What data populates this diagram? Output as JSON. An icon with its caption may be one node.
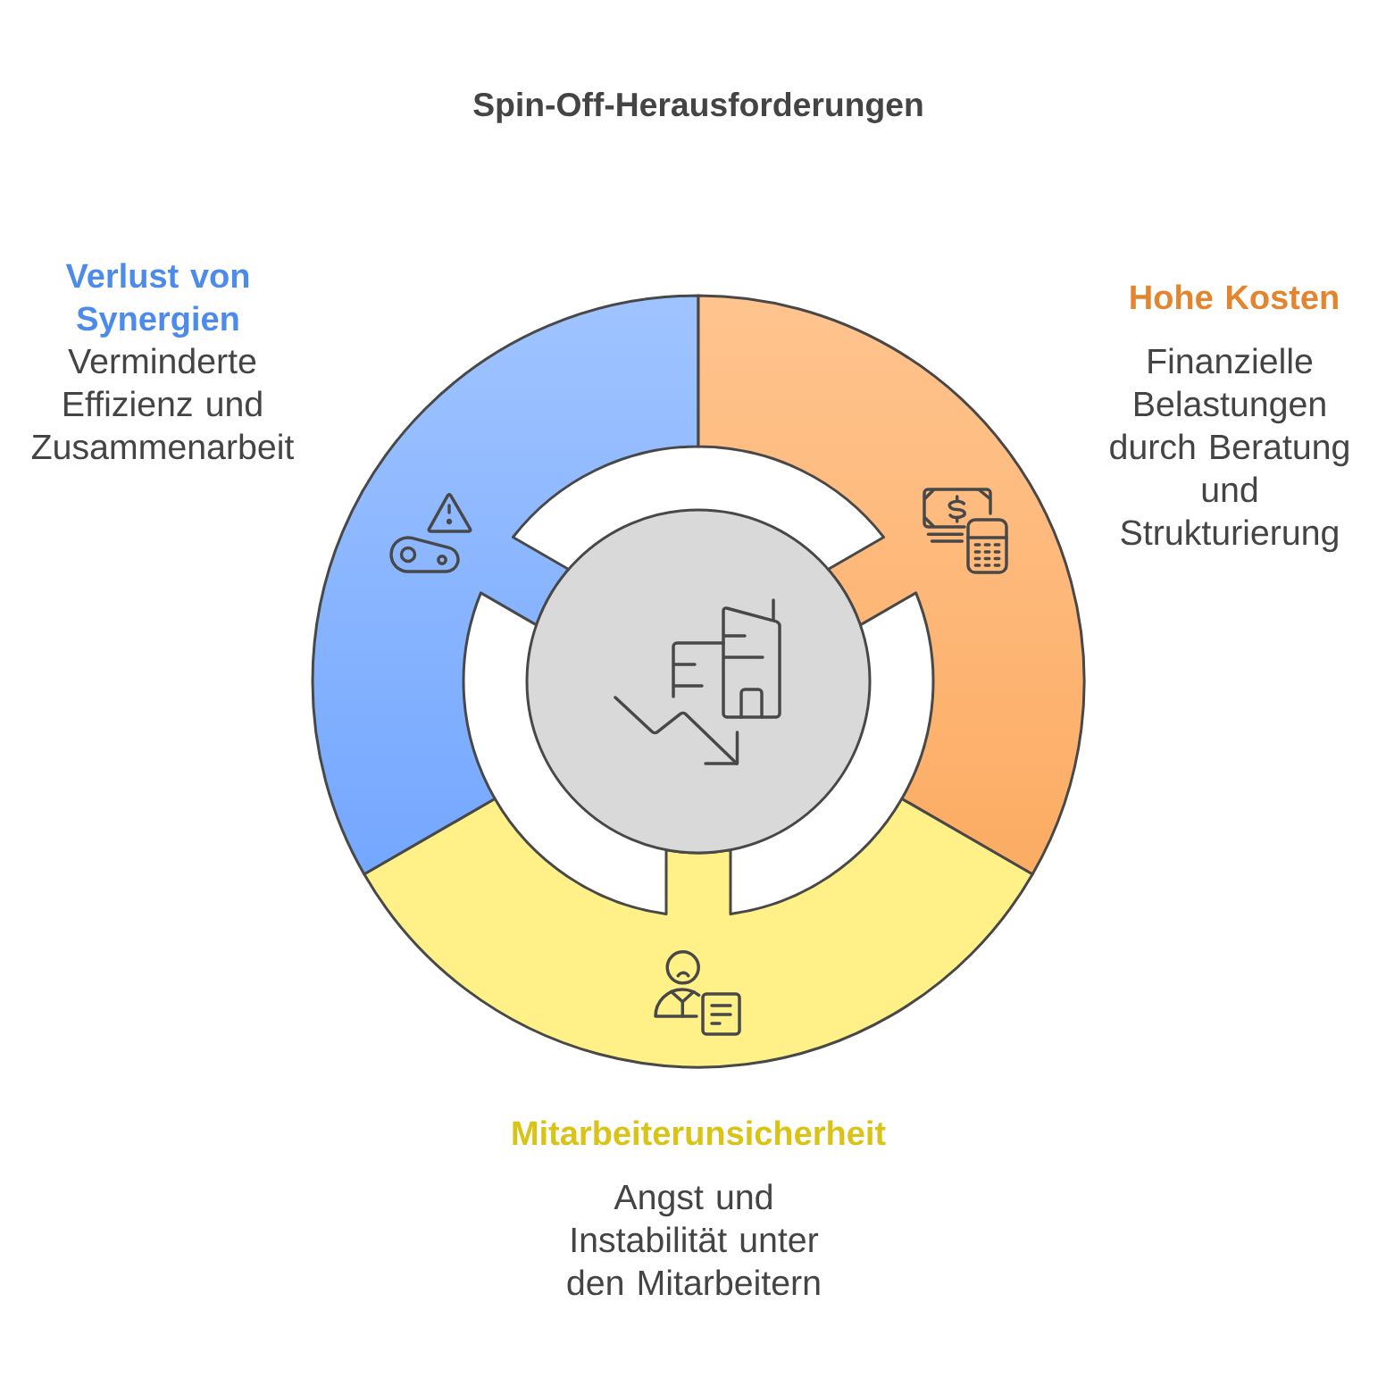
{
  "diagram": {
    "title": "Spin-Off-Herausforderungen",
    "nodes": [
      {
        "text": [
          "Verlust von Synergien",
          "Verminderte Effizienz und Zusammenarbeit"
        ]
      },
      {
        "text": [
          "Hohe Kosten",
          "Finanzielle Belastungen durch Beratung und Strukturierung"
        ]
      },
      {
        "text": [
          "Mitarbeiterunsicherheit",
          "Angst und Instabilität unter den Mitarbeitern"
        ]
      },
      {
        "text": [],
        "shape": "circle"
      }
    ]
  }
}
